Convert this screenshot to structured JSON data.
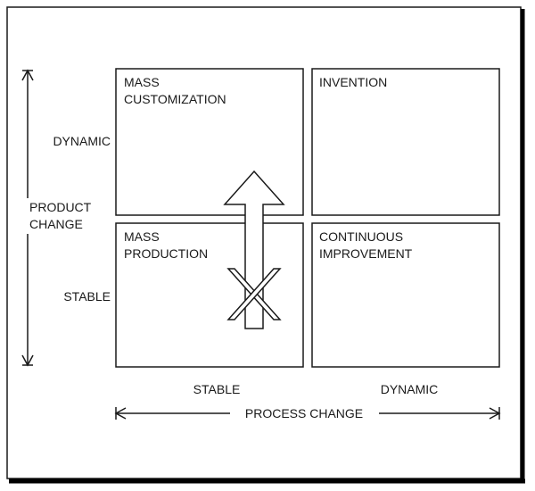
{
  "quadrants": {
    "top_left": [
      "MASS",
      "CUSTOMIZATION"
    ],
    "top_right": [
      "INVENTION"
    ],
    "bottom_left": [
      "MASS",
      "PRODUCTION"
    ],
    "bottom_right": [
      "CONTINUOUS",
      "IMPROVEMENT"
    ]
  },
  "y_axis": {
    "title": [
      "PRODUCT",
      "CHANGE"
    ],
    "top_level": "DYNAMIC",
    "bottom_level": "STABLE"
  },
  "x_axis": {
    "title": "PROCESS CHANGE",
    "left_level": "STABLE",
    "right_level": "DYNAMIC"
  },
  "colors": {
    "ink": "#1a1a1a",
    "background": "#ffffff",
    "frame_shadow": "#000000"
  }
}
